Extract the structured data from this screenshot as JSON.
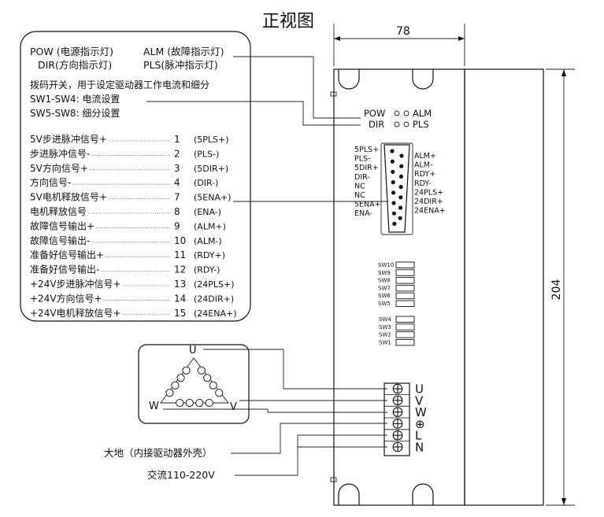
{
  "title": "正视图",
  "dimensions": {
    "width": "78",
    "height": "204"
  },
  "indicator_box": {
    "line1_left": "POW (电源指示灯)",
    "line1_right": "ALM (故障指示灯)",
    "line2_left": "DIR(方向指示灯)",
    "line2_right": "PLS(脉冲指示灯)",
    "dip_desc": "拨码开关，用于设定驱动器工作电流和细分",
    "sw_current": "SW1-SW4: 电流设置",
    "sw_micro": "SW5-SW8: 细分设置"
  },
  "signals": [
    {
      "name": "5V步进脉冲信号+",
      "pin": "1",
      "code": "(5PLS+)"
    },
    {
      "name": "步进脉冲信号-",
      "pin": "2",
      "code": "(PLS-)"
    },
    {
      "name": "5V方向信号+",
      "pin": "3",
      "code": "(5DIR+)"
    },
    {
      "name": "方向信号-",
      "pin": "4",
      "code": "(DIR-)"
    },
    {
      "name": "5V电机释放信号+",
      "pin": "7",
      "code": "(5ENA+)"
    },
    {
      "name": "电机释放信号",
      "pin": "8",
      "code": "(ENA-)"
    },
    {
      "name": "故障信号输出+",
      "pin": "9",
      "code": "(ALM+)"
    },
    {
      "name": "故障信号输出-",
      "pin": "10",
      "code": "(ALM-)"
    },
    {
      "name": "准备好信号输出+",
      "pin": "11",
      "code": "(RDY+)"
    },
    {
      "name": "准备好信号输出-",
      "pin": "12",
      "code": "(RDY-)"
    },
    {
      "name": "+24V步进脉冲信号+",
      "pin": "13",
      "code": "(24PLS+)"
    },
    {
      "name": "+24V方向信号+",
      "pin": "14",
      "code": "(24DIR+)"
    },
    {
      "name": "+24V电机释放信号+",
      "pin": "15",
      "code": "(24ENA+)"
    }
  ],
  "leds": {
    "pow": "POW",
    "alm": "ALM",
    "dir": "DIR",
    "pls": "PLS"
  },
  "connector_left": [
    "5PLS+",
    "PLS-",
    "5DIR+",
    "DIR-",
    "NC",
    "NC",
    "5ENA+",
    "ENA-"
  ],
  "connector_right": [
    "ALM+",
    "ALM-",
    "RDY+",
    "RDY-",
    "24PLS+",
    "24DIR+",
    "24ENA+"
  ],
  "switches_top": [
    "SW10",
    "SW9",
    "SW8",
    "SW7",
    "SW6",
    "SW5"
  ],
  "switches_bottom": [
    "SW4",
    "SW3",
    "SW2",
    "SW1"
  ],
  "motor": {
    "u": "U",
    "v": "V",
    "w": "W"
  },
  "terminals": [
    "U",
    "V",
    "W",
    "⊕",
    "L",
    "N"
  ],
  "ground_label": "大地（内接驱动器外壳）",
  "ac_label": "交流110-220V"
}
